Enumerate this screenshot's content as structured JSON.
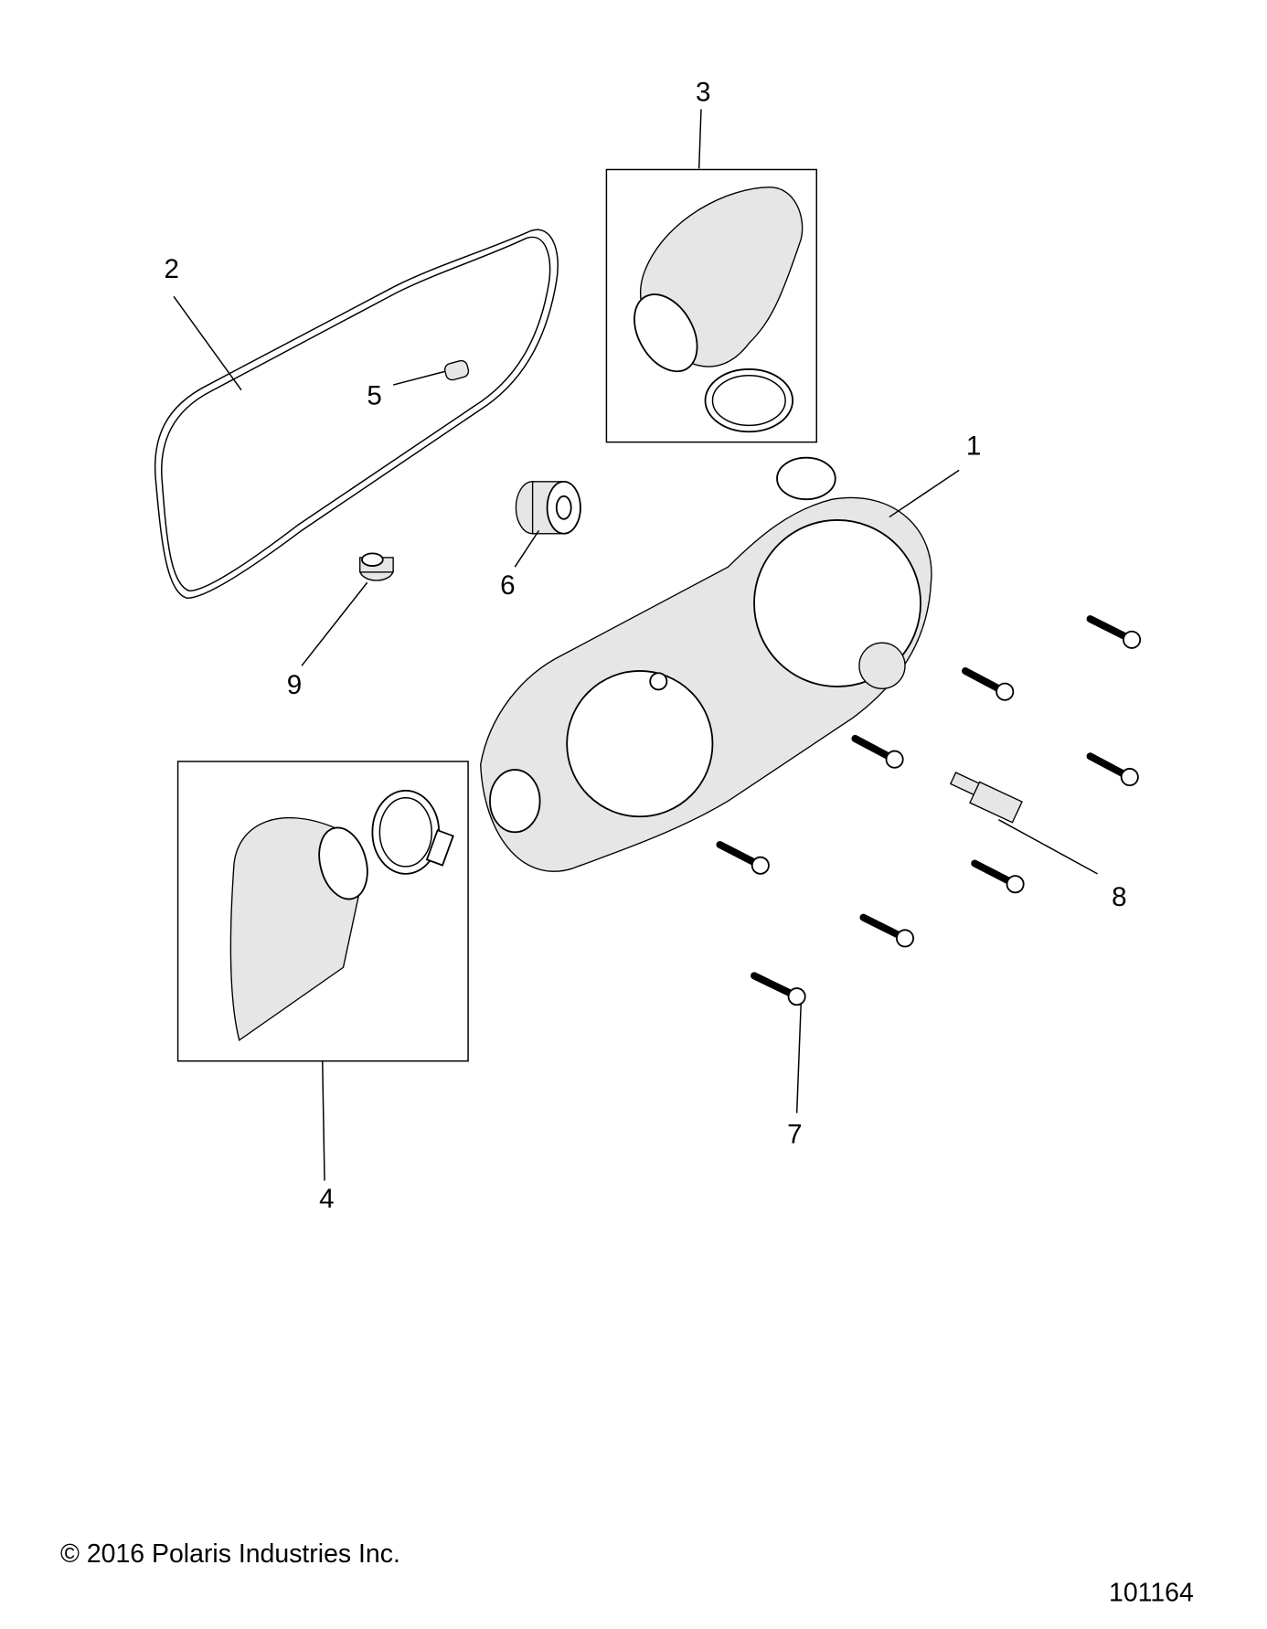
{
  "callouts": {
    "c1": "1",
    "c2": "2",
    "c3": "3",
    "c4": "4",
    "c5": "5",
    "c6": "6",
    "c7": "7",
    "c8": "8",
    "c9": "9"
  },
  "footer": {
    "copyright": "© 2016 Polaris Industries Inc.",
    "drawing_number": "101164"
  }
}
